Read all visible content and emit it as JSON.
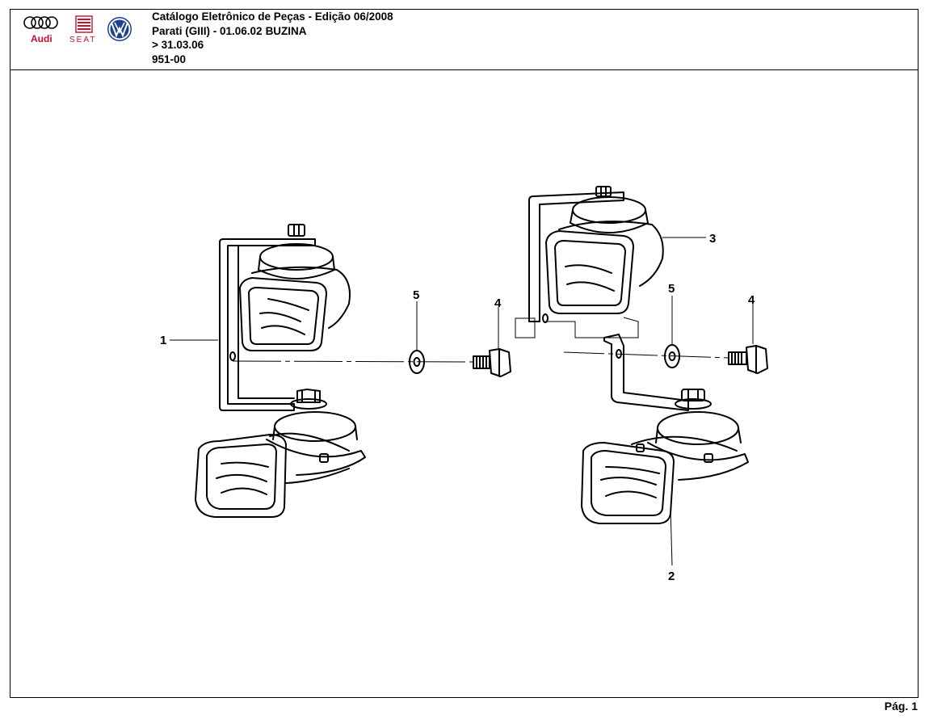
{
  "header": {
    "title": "Catálogo Eletrônico de Peças - Edição 06/2008",
    "model": "Parati (GIII) - 01.06.02",
    "section": "BUZINA",
    "date_range": "> 31.03.06",
    "code": "951-00"
  },
  "logos": {
    "audi_text": "Audi",
    "seat_text": "SEAT",
    "vw_text": "VW",
    "brand_colors": {
      "audi_red": "#c8102e",
      "seat_red": "#c8102e",
      "vw_blue": "#1f3f8f"
    }
  },
  "diagram": {
    "callouts": [
      "1",
      "2",
      "3",
      "4",
      "5",
      "4",
      "5"
    ]
  },
  "footer": {
    "page_label": "Pág. 1"
  }
}
